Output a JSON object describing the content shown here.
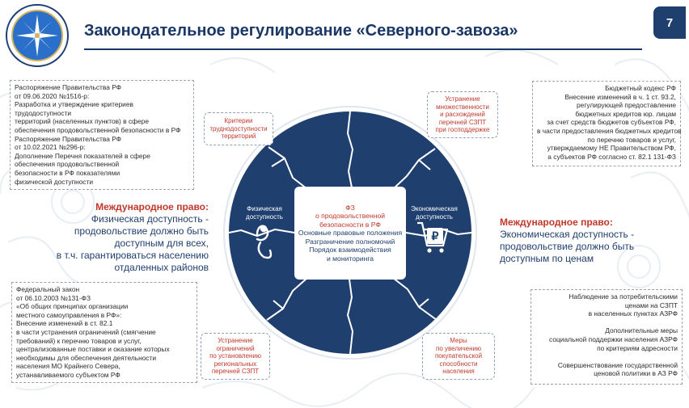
{
  "page_title": "Законодательное регулирование «Северного-завоза»",
  "page_number": "7",
  "colors": {
    "navy": "#1f3f6e",
    "red": "#c0392b",
    "accent_blue": "#3a6fd8"
  },
  "left_top_box": [
    "Распоряжение Правительства РФ",
    "от 09.06.2020 №1516-р:",
    "Разработка и утверждение критериев",
    "трудодоступности",
    "территорий (населенных пунктов) в сфере",
    "обеспечения продовольственной безопасности в РФ",
    "Распоряжение Правительства РФ",
    "от 10.02.2021 №296-р:",
    "Дополнение Перечня показателей в сфере",
    "обеспечения продовольственной",
    "безопасности в РФ показателями",
    "физической доступности"
  ],
  "left_bottom_box": [
    "Федеральный закон",
    "от 06.10.2003 №131-ФЗ",
    "«Об общих принципах организации",
    "местного самоуправления в РФ»:",
    "Внесение изменений в ст. 82.1",
    "в части устранения ограничений (смягчение",
    "требований) к перечню товаров и услуг,",
    "централизованные поставки и оказание которых",
    "необходимы для обеспечения деятельности",
    "населения МО Крайнего Севера,",
    "устанавливаемого субъектом РФ"
  ],
  "right_top_box": [
    "Бюджетный кодекс РФ",
    "Внесение изменений в ч. 1 ст. 93.2,",
    "регулирующей предоставление",
    "бюджетных кредитов юр. лицам",
    "за счет средств бюджетов субъектов РФ,",
    "в части предоставления бюджетных кредитов",
    "по перечню товаров и услуг,",
    "утверждаемому НЕ Правительством РФ,",
    "а субъектов РФ согласно ст. 82.1 131-ФЗ"
  ],
  "right_bottom_box": [
    "Наблюдение за потребительскими",
    "ценами на СЗПТ",
    "в населенных пунктах АЗРФ",
    "",
    "Дополнительные меры",
    "социальной поддержки населения АЗРФ",
    "по критериям адресности",
    "",
    "Совершенствование государственной",
    "ценовой политики в АЗ РФ"
  ],
  "intl_left": {
    "heading": "Международное право:",
    "lines": [
      "Физическая доступность -",
      "продовольствие должно быть",
      "доступным для всех,",
      "в т.ч. гарантироваться населению",
      "отдаленных районов"
    ]
  },
  "intl_right": {
    "heading": "Международное право:",
    "lines": [
      "Экономическая доступность -",
      "продовольствие должно быть",
      "доступным по ценам"
    ]
  },
  "tags": {
    "top_left": [
      "Критерии",
      "труднодоступности",
      "территорий"
    ],
    "top_right": [
      "Устранение",
      "множественности",
      "и расхождений",
      "перечней СЗПТ",
      "при господдержке"
    ],
    "bottom_left": [
      "Устранение",
      "ограничений",
      "по установлению",
      "региональных",
      "перечней СЗПТ"
    ],
    "bottom_right": [
      "Меры",
      "по увеличению",
      "покупательской",
      "способности",
      "населения"
    ]
  },
  "quadrants": {
    "physical": [
      "Физическая",
      "доступность"
    ],
    "economic": [
      "Экономическая",
      "доступность"
    ]
  },
  "center": {
    "title": [
      "ФЗ",
      "о продовольственной",
      "безопасности в РФ"
    ],
    "items": [
      "Основные правовые положения",
      "Разграничение полномочий",
      "Порядок взаимодействия",
      "и мониторинга"
    ]
  },
  "icons": {
    "physical": "map-pin-road-icon",
    "economic": "ruble-cart-icon",
    "logo": "arctic-compass-emblem"
  }
}
